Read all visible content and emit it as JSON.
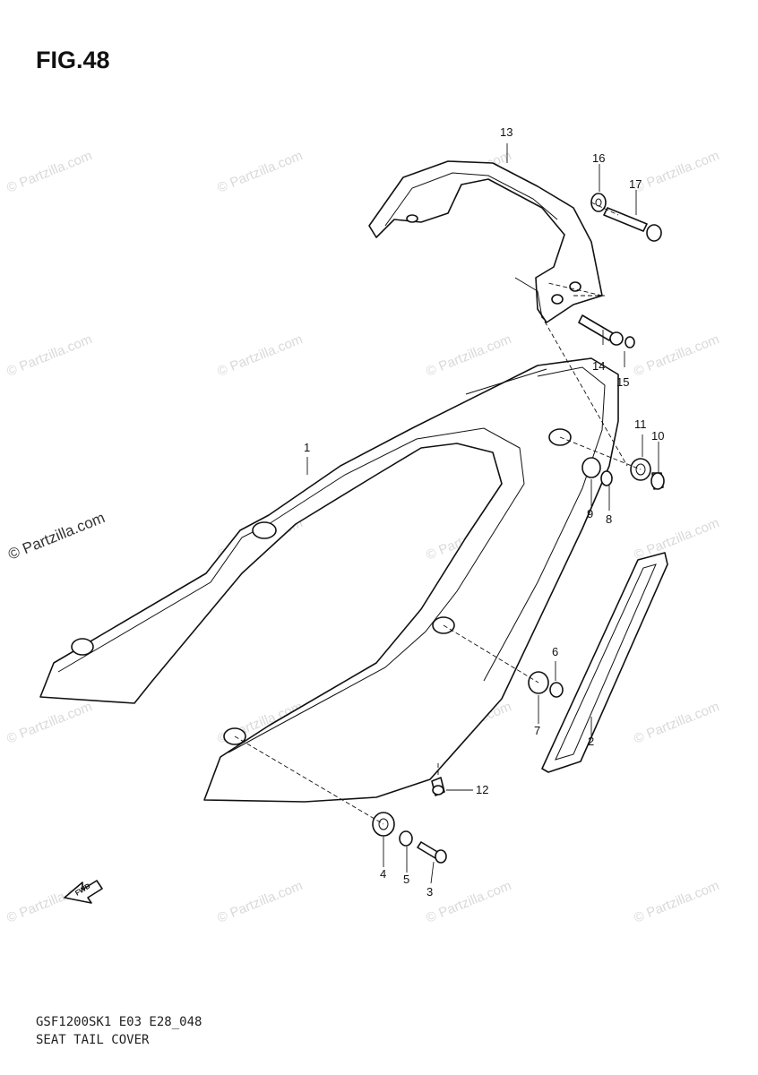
{
  "figure": {
    "title": "FIG.48"
  },
  "footer": {
    "code": "GSF1200SK1 E03 E28_048",
    "name": "SEAT TAIL COVER"
  },
  "watermark": {
    "text": "© Partzilla.com"
  },
  "callouts": [
    "1",
    "2",
    "3",
    "4",
    "5",
    "6",
    "7",
    "8",
    "9",
    "10",
    "11",
    "12",
    "13",
    "14",
    "15",
    "16",
    "17"
  ],
  "fwd_label": "FWD"
}
